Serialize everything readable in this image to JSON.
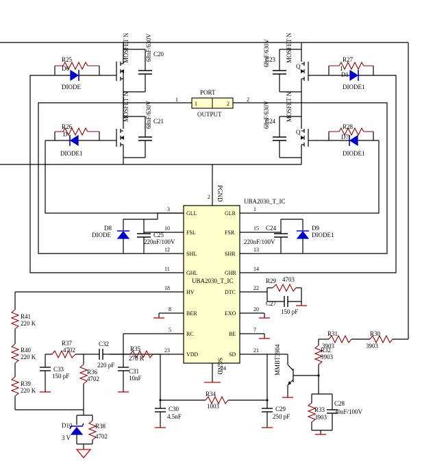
{
  "ic": {
    "name": "UBA2030_T_IC",
    "name_top": "UBA2030_T_IC",
    "pgnd_pin": "2",
    "pgnd_label": "PGND",
    "sgnd_pin": "24",
    "sgnd_label": "SGND",
    "left_pins": [
      {
        "num": "3",
        "label": "GLL"
      },
      {
        "num": "10",
        "label": "FSL"
      },
      {
        "num": "12",
        "label": "SHL"
      },
      {
        "num": "11",
        "label": "GHL"
      },
      {
        "num": "18",
        "label": "HV"
      },
      {
        "num": "8",
        "label": "BER"
      },
      {
        "num": "5",
        "label": "RC"
      },
      {
        "num": "23",
        "label": "VDD"
      }
    ],
    "right_pins": [
      {
        "num": "1",
        "label": "GLR"
      },
      {
        "num": "15",
        "label": "FSR"
      },
      {
        "num": "13",
        "label": "SHR"
      },
      {
        "num": "14",
        "label": "GHR"
      },
      {
        "num": "22",
        "label": "DTC"
      },
      {
        "num": "20",
        "label": "EXO"
      },
      {
        "num": "7",
        "label": "BE"
      },
      {
        "num": "21",
        "label": "SD"
      }
    ]
  },
  "port": {
    "name": "PORT",
    "label": "OUTPUT",
    "pin1": "1",
    "pin2": "2",
    "wire1": "1",
    "wire2": "2"
  },
  "mosfets": [
    {
      "id": "q_tl",
      "label": "MOSFET N"
    },
    {
      "id": "q_bl",
      "label": "MOSFET N"
    },
    {
      "id": "q_tr",
      "label": "MOSFET N",
      "q": "Q"
    },
    {
      "id": "q_br",
      "label": "MOSFET N",
      "q": "Q"
    }
  ],
  "components": {
    "C20": {
      "ref": "C20",
      "value": "68nF/630V"
    },
    "C21": {
      "ref": "C21",
      "value": "68nF/630V"
    },
    "C23": {
      "ref": "C23",
      "value": "68nF/630V"
    },
    "C24": {
      "ref": "C24",
      "value": "68nF/630V"
    },
    "R25": {
      "ref": "R25"
    },
    "R26": {
      "ref": "R26"
    },
    "R27": {
      "ref": "R27"
    },
    "R28": {
      "ref": "R28"
    },
    "D_tl": {
      "ref": "D6",
      "value": "DIODE"
    },
    "D_bl": {
      "ref": "D",
      "value": "DIODE1"
    },
    "D_tr": {
      "ref": "D1",
      "value": "DIODE1",
      "extra": "1"
    },
    "D_br": {
      "ref": "D7",
      "value": "DIODE1"
    },
    "D8": {
      "ref": "D8",
      "value": "DIODE"
    },
    "D9": {
      "ref": "D9",
      "value": "DIODE1"
    },
    "C25": {
      "ref": "C25",
      "value": "220nF/100V"
    },
    "C26": {
      "ref": "C24",
      "value": "220nF/100V"
    },
    "R29": {
      "ref": "R29",
      "value": "4703"
    },
    "C27": {
      "ref": "C27",
      "value": "150 pF"
    },
    "R41": {
      "ref": "R41",
      "value": "220 K"
    },
    "R40": {
      "ref": "R40",
      "value": "220 K"
    },
    "R39": {
      "ref": "R39",
      "value": "220 K"
    },
    "R37": {
      "ref": "R37",
      "value": "4702"
    },
    "C32": {
      "ref": "C32",
      "value": "220 pF"
    },
    "C33": {
      "ref": "C33",
      "value": "150 pF"
    },
    "R36": {
      "ref": "R36",
      "value": "4702"
    },
    "R35": {
      "ref": "R35",
      "value": "270 K"
    },
    "C31": {
      "ref": "C31",
      "value": "10nF"
    },
    "R38": {
      "ref": "R38",
      "value": "4702"
    },
    "D10": {
      "ref": "D10",
      "value": "3 V"
    },
    "C30": {
      "ref": "C30",
      "value": "4.5nF"
    },
    "R34": {
      "ref": "R34",
      "value": "1003"
    },
    "C29": {
      "ref": "C29",
      "value": "250 pF"
    },
    "Q_sd": {
      "ref": "MMBT3904"
    },
    "R31": {
      "ref": "R31",
      "value": "3903"
    },
    "R30": {
      "ref": "R30",
      "value": "3903"
    },
    "R32": {
      "ref": "R32",
      "value": "3903"
    },
    "R33": {
      "ref": "R33",
      "value": "3903"
    },
    "C28": {
      "ref": "C28",
      "value": "30nF/100V"
    }
  }
}
